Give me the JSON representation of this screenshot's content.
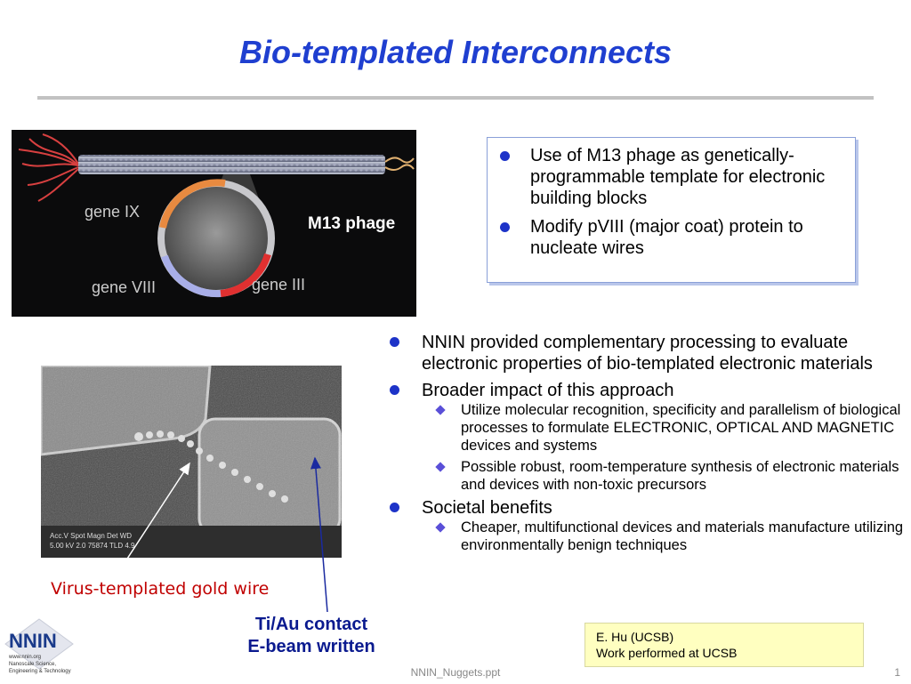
{
  "title": "Bio-templated Interconnects",
  "figure_top": {
    "gene_labels": [
      "gene IX",
      "gene VIII",
      "gene III"
    ],
    "label": "M13 phage"
  },
  "box_bullets": [
    "Use of M13 phage as genetically-programmable template for electronic building blocks",
    "Modify pVIII (major coat) protein to nucleate wires"
  ],
  "main_bullets": [
    {
      "text": "NNIN provided complementary processing to evaluate electronic properties of bio-templated electronic materials",
      "sub": []
    },
    {
      "text": "Broader impact of this approach",
      "sub": [
        "Utilize molecular recognition, specificity and parallelism of biological processes to formulate ELECTRONIC, OPTICAL AND MAGNETIC devices and systems",
        "Possible robust, room-temperature synthesis of electronic materials and devices with non-toxic precursors"
      ]
    },
    {
      "text": "Societal benefits",
      "sub": [
        "Cheaper, multifunctional devices and materials manufacture utilizing environmentally benign techniques"
      ]
    }
  ],
  "sem_info": {
    "line1": "Acc.V  Spot Magn    Det  WD",
    "line2": "5.00 kV 2.0  75874   TLD  4.9"
  },
  "captions": {
    "virus": "Virus-templated gold wire",
    "contact_line1": "Ti/Au  contact",
    "contact_line2": "E-beam written"
  },
  "credit": {
    "line1": "E. Hu (UCSB)",
    "line2": "Work performed at UCSB"
  },
  "logo": {
    "name": "NNIN",
    "lines": [
      "www.nnin.org",
      "Nanoscale Science,",
      "Engineering & Technology"
    ]
  },
  "footer": "NNIN_Nuggets.ppt",
  "page_number": "1",
  "colors": {
    "title": "#1f3fd0",
    "bullet": "#1d33c8",
    "virus_caption": "#c00000",
    "contact_caption": "#0a1a8f"
  }
}
